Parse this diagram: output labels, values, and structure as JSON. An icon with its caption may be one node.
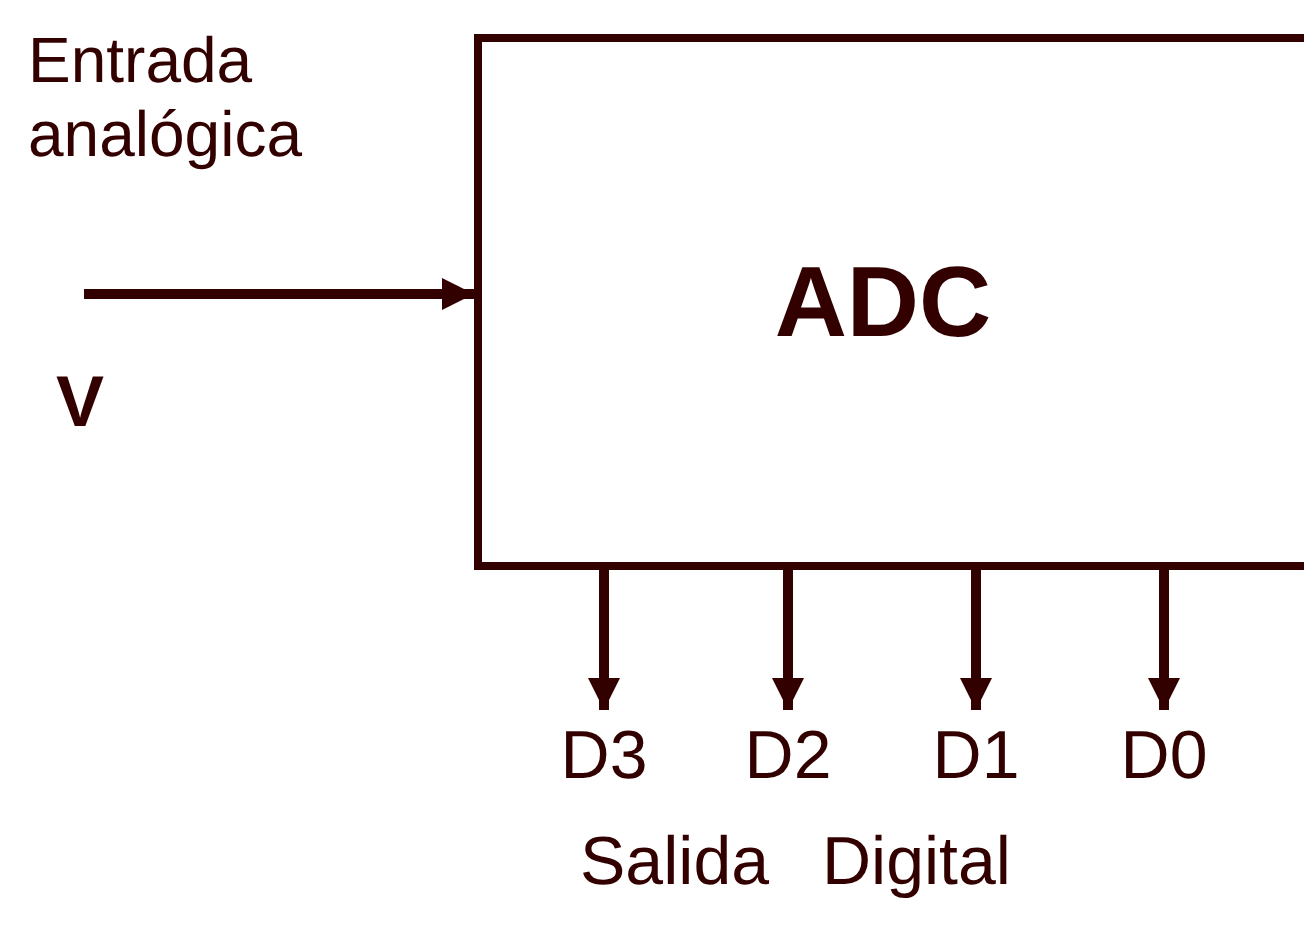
{
  "diagram": {
    "nodes": [
      {
        "text": [
          "ADC"
        ]
      },
      {
        "text": [
          "D3"
        ]
      },
      {
        "text": [
          "D2"
        ]
      },
      {
        "text": [
          "D1"
        ]
      },
      {
        "text": [
          "D0"
        ]
      }
    ],
    "edges": [
      {
        "from": null,
        "to": 0,
        "arrow": "to"
      },
      {
        "from": 0,
        "to": 1,
        "arrow": "to"
      },
      {
        "from": 0,
        "to": 2,
        "arrow": "to"
      },
      {
        "from": 0,
        "to": 3,
        "arrow": "to"
      },
      {
        "from": 0,
        "to": 4,
        "arrow": "to"
      }
    ],
    "labels": [
      "Entrada analógica",
      "V",
      "Salida Digital"
    ]
  }
}
